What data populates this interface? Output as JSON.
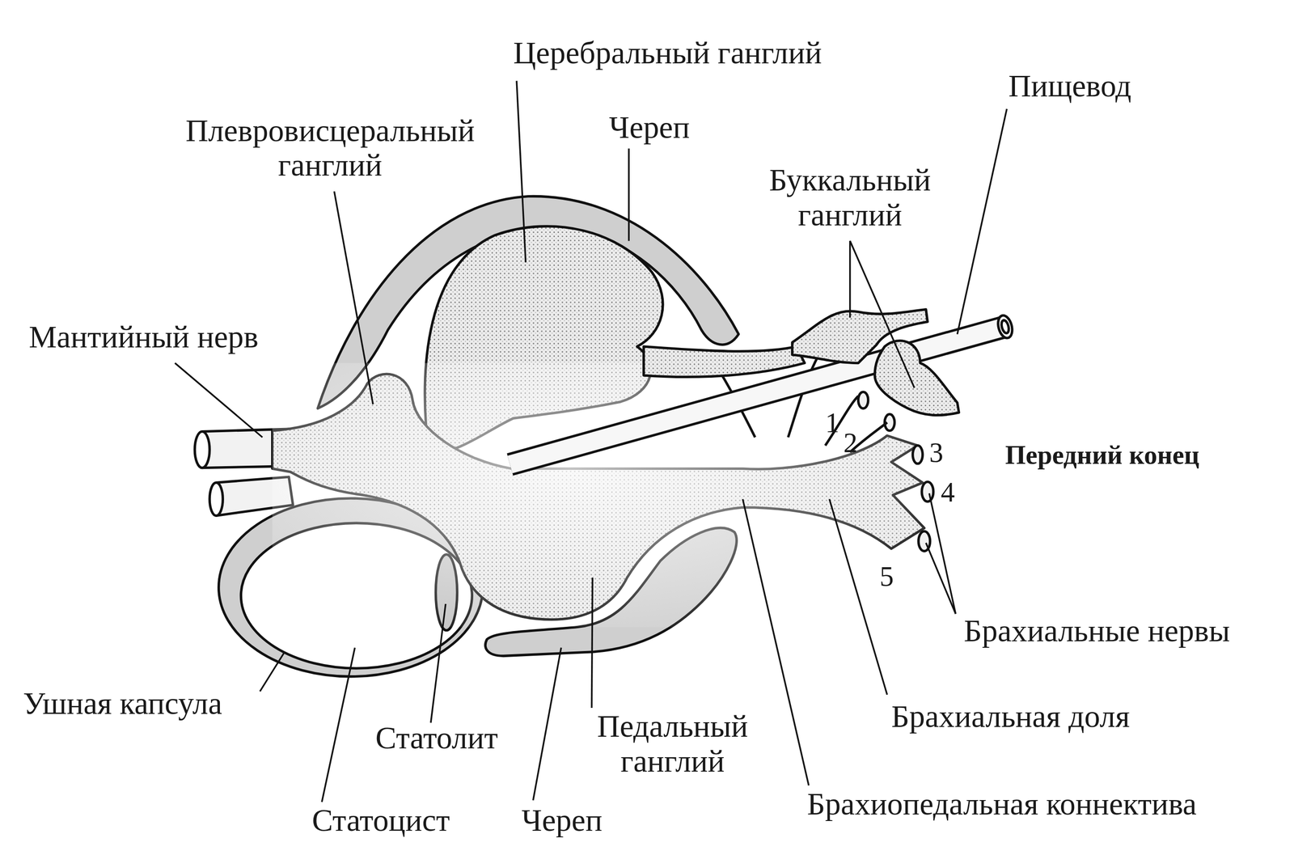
{
  "diagram": {
    "labels": [
      "Церебральный ганглий",
      "Пищевод",
      "Череп",
      "Плевровисцеральный ганглий",
      "Буккальный ганглий",
      "Мантийный нерв",
      "Передний конец",
      "1",
      "2",
      "3",
      "4",
      "5",
      "Брахиальные нервы",
      "Ушная капсула",
      "Брахиальная доля",
      "Статолит",
      "Педальный ганглий",
      "Статоцист",
      "Череп",
      "Брахиопедальная коннектива"
    ]
  }
}
